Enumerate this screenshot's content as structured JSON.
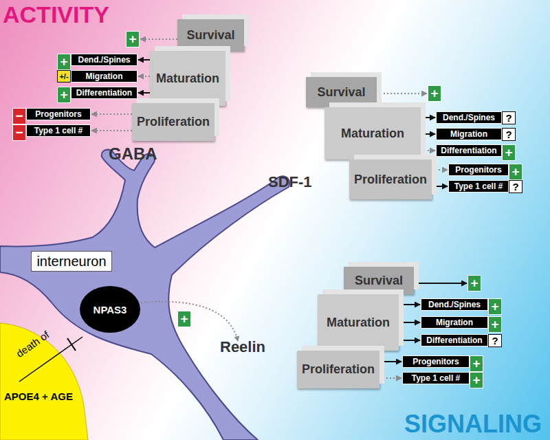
{
  "diagram": {
    "nodes": [
      {
        "text": [
          "Survival"
        ]
      },
      {
        "text": [
          "Maturation"
        ]
      },
      {
        "text": [
          "Proliferation"
        ]
      },
      {
        "text": [
          "+"
        ]
      },
      {
        "text": [
          "+"
        ]
      },
      {
        "text": [
          "Dend./Spines"
        ]
      },
      {
        "text": [
          "+/-"
        ]
      },
      {
        "text": [
          "Migration"
        ]
      },
      {
        "text": [
          "+"
        ]
      },
      {
        "text": [
          "Differentiation"
        ]
      },
      {
        "text": [
          "−"
        ]
      },
      {
        "text": [
          "Progenitors"
        ]
      },
      {
        "text": [
          "−"
        ]
      },
      {
        "text": [
          "Type 1 cell #"
        ]
      },
      {
        "text": [
          "Survival"
        ]
      },
      {
        "text": [
          "Maturation"
        ]
      },
      {
        "text": [
          "Proliferation"
        ]
      },
      {
        "text": [
          "+"
        ]
      },
      {
        "text": [
          "Dend./Spines"
        ]
      },
      {
        "text": [
          "?"
        ]
      },
      {
        "text": [
          "Migration"
        ]
      },
      {
        "text": [
          "?"
        ]
      },
      {
        "text": [
          "Differentiation"
        ]
      },
      {
        "text": [
          "+"
        ]
      },
      {
        "text": [
          "Progenitors"
        ]
      },
      {
        "text": [
          "+"
        ]
      },
      {
        "text": [
          "Type 1 cell #"
        ]
      },
      {
        "text": [
          "?"
        ]
      },
      {
        "text": [
          "interneuron"
        ]
      },
      {
        "text": [
          "NPAS3"
        ]
      },
      {
        "text": [
          "+"
        ]
      },
      {
        "text": [
          "Survival"
        ]
      },
      {
        "text": [
          "Maturation"
        ]
      },
      {
        "text": [
          "Proliferation"
        ]
      },
      {
        "text": [
          "+"
        ]
      },
      {
        "text": [
          "Dend./Spines"
        ]
      },
      {
        "text": [
          "+"
        ]
      },
      {
        "text": [
          "Migration"
        ]
      },
      {
        "text": [
          "+"
        ]
      },
      {
        "text": [
          "Differentiation"
        ]
      },
      {
        "text": [
          "?"
        ]
      },
      {
        "text": [
          "Progenitors"
        ]
      },
      {
        "text": [
          "+"
        ]
      },
      {
        "text": [
          "Type 1 cell #"
        ]
      },
      {
        "text": [
          "+"
        ]
      }
    ],
    "edges": [
      {
        "from": 0,
        "to": 3,
        "arrow": "to"
      },
      {
        "from": 1,
        "to": 5,
        "arrow": "to"
      },
      {
        "from": 1,
        "to": 7,
        "arrow": "to"
      },
      {
        "from": 1,
        "to": 9,
        "arrow": "to"
      },
      {
        "from": 2,
        "to": 11,
        "arrow": "to"
      },
      {
        "from": 2,
        "to": 13,
        "arrow": "to"
      },
      {
        "from": 14,
        "to": 17,
        "arrow": "to"
      },
      {
        "from": 15,
        "to": 18,
        "arrow": "to"
      },
      {
        "from": 15,
        "to": 20,
        "arrow": "to"
      },
      {
        "from": 15,
        "to": 22,
        "arrow": "to"
      },
      {
        "from": 16,
        "to": 24,
        "arrow": "to"
      },
      {
        "from": 16,
        "to": 26,
        "arrow": "to"
      },
      {
        "from": 31,
        "to": 34,
        "arrow": "to"
      },
      {
        "from": 32,
        "to": 35,
        "arrow": "to"
      },
      {
        "from": 32,
        "to": 37,
        "arrow": "to"
      },
      {
        "from": 32,
        "to": 39,
        "arrow": "to"
      },
      {
        "from": 33,
        "to": 41,
        "arrow": "to"
      },
      {
        "from": 33,
        "to": 43,
        "arrow": "to"
      }
    ],
    "labels": [
      "ACTIVITY",
      "GABA",
      "SDF-1",
      "Reelin",
      "death of",
      "APOE4 + AGE",
      "SIGNALING"
    ]
  }
}
